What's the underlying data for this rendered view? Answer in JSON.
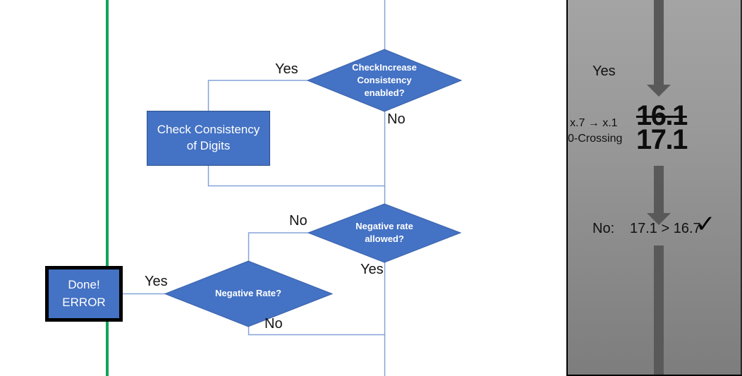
{
  "flowchart": {
    "decision_check_increase": "CheckIncrease\nConsistency\nenabled?",
    "process_check_consistency": "Check Consistency\nof Digits",
    "decision_negative_rate_allowed": "Negative rate\nallowed?",
    "decision_negative_rate": "Negative Rate?",
    "terminal_done_error": "Done!\nERROR",
    "labels": {
      "check_increase_yes": "Yes",
      "check_increase_no": "No",
      "negative_rate_allowed_no": "No",
      "negative_rate_allowed_yes": "Yes",
      "negative_rate_yes": "Yes",
      "negative_rate_no": "No"
    }
  },
  "panel": {
    "yes_label": "Yes",
    "rule_transition": "x.7 → x.1",
    "rule_name": "0-Crossing",
    "value_old": "16.1",
    "value_new": "17.1",
    "answer_label": "No:",
    "comparison": "17.1 > 16.7",
    "checkmark": "✓"
  },
  "colors": {
    "shape_fill": "#4472C4",
    "shape_border": "#2F528F",
    "connector_blue": "#84A2D8",
    "divider_green": "#12A45A",
    "arrow_gray": "#595959",
    "panel_gray_top": "#A4A4A4",
    "panel_gray_bottom": "#7D7D7D"
  }
}
